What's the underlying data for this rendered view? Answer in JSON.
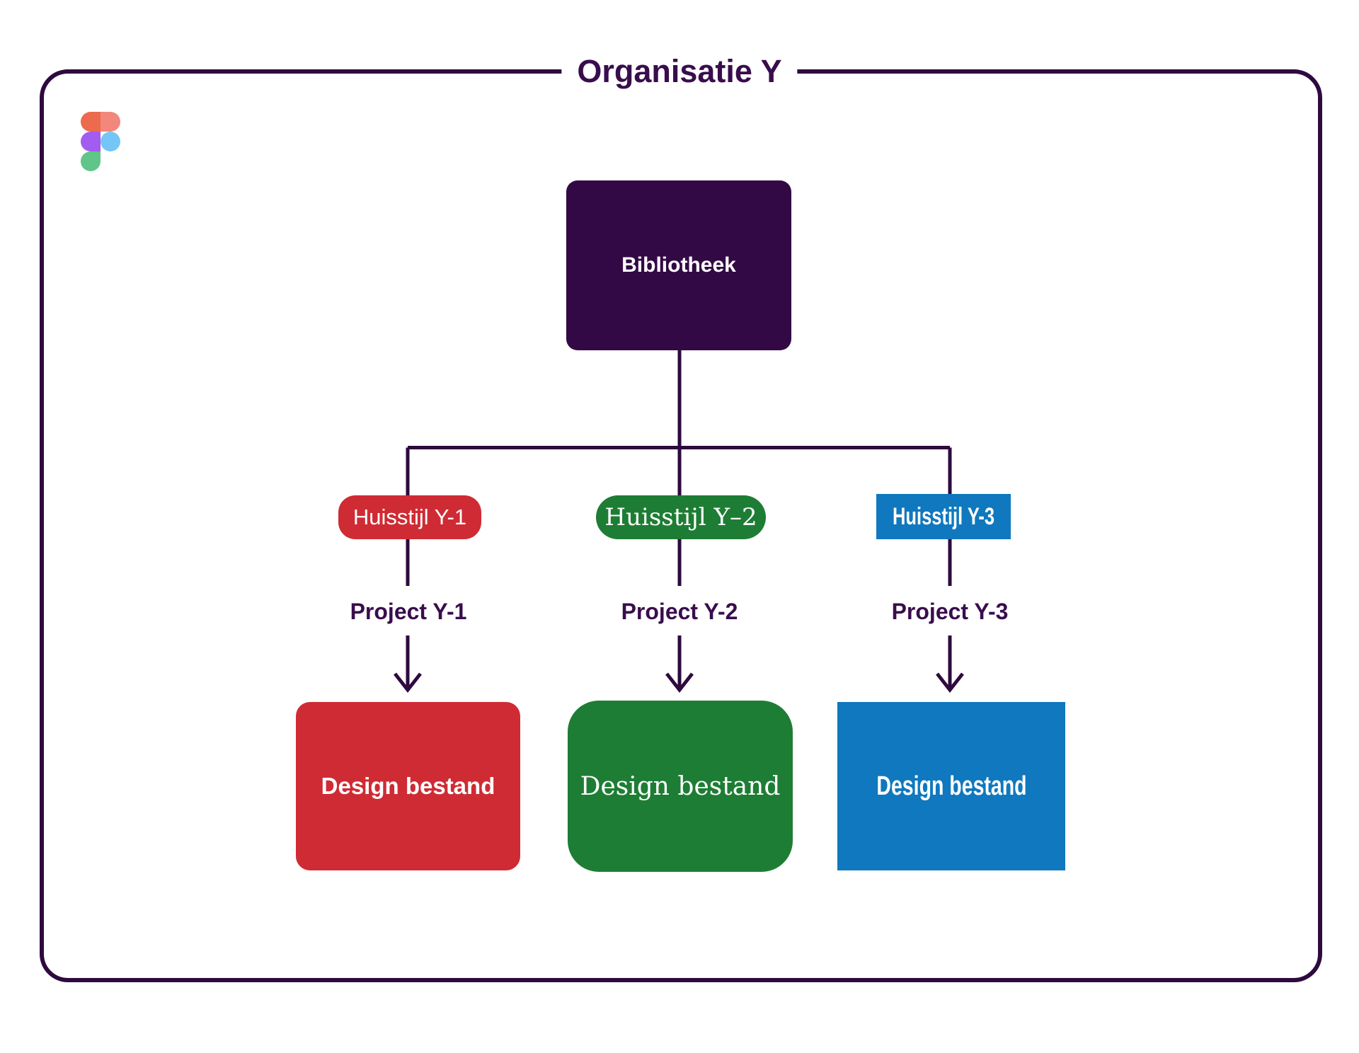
{
  "title": "Organisatie Y",
  "logo": {
    "name": "figma-logo",
    "colors": {
      "orange": "#EC6A4D",
      "salmon": "#F1887B",
      "purple": "#A25CEF",
      "blue": "#74C6F7",
      "green": "#5FC588"
    }
  },
  "root_node": {
    "label": "Bibliotheek",
    "color": "#330945"
  },
  "connector_color": "#2E0A3E",
  "columns": [
    {
      "huisstijl_label": "Huisstijl Y-1",
      "project_label": "Project Y-1",
      "design_label": "Design bestand",
      "color": "#CF2B34"
    },
    {
      "huisstijl_label": "Huisstijl Y–2",
      "project_label": "Project Y-2",
      "design_label": "Design bestand",
      "color": "#1E7D34"
    },
    {
      "huisstijl_label": "Huisstijl Y-3",
      "project_label": "Project Y-3",
      "design_label": "Design bestand",
      "color": "#0F78BE"
    }
  ]
}
